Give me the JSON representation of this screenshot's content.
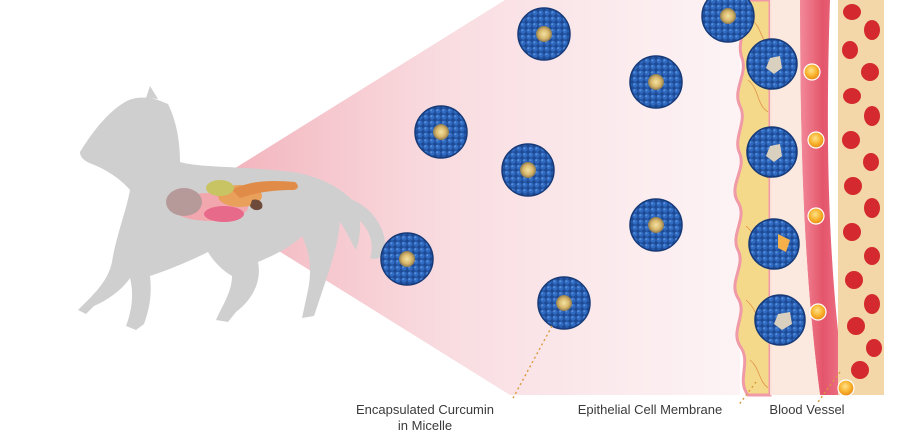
{
  "labels": {
    "micelle_line1": "Encapsulated Curcumin",
    "micelle_line2": "in Micelle",
    "membrane": "Epithelial Cell Membrane",
    "vessel": "Blood Vessel"
  },
  "colors": {
    "horse": "#cfcfcf",
    "beam": "#f4b8c0",
    "micelle_shell": "#1f4f9c",
    "micelle_core": "#e8c26a",
    "membrane_fat": "#f5d98a",
    "membrane_edge": "#f09aa8",
    "vessel_wall": "#e4556b",
    "blood_cell": "#d42a2f",
    "curcumin_dot": "#f7a21b"
  },
  "icons": {
    "animal": "horse-silhouette-icon",
    "organs": "digestive-tract-icon"
  }
}
